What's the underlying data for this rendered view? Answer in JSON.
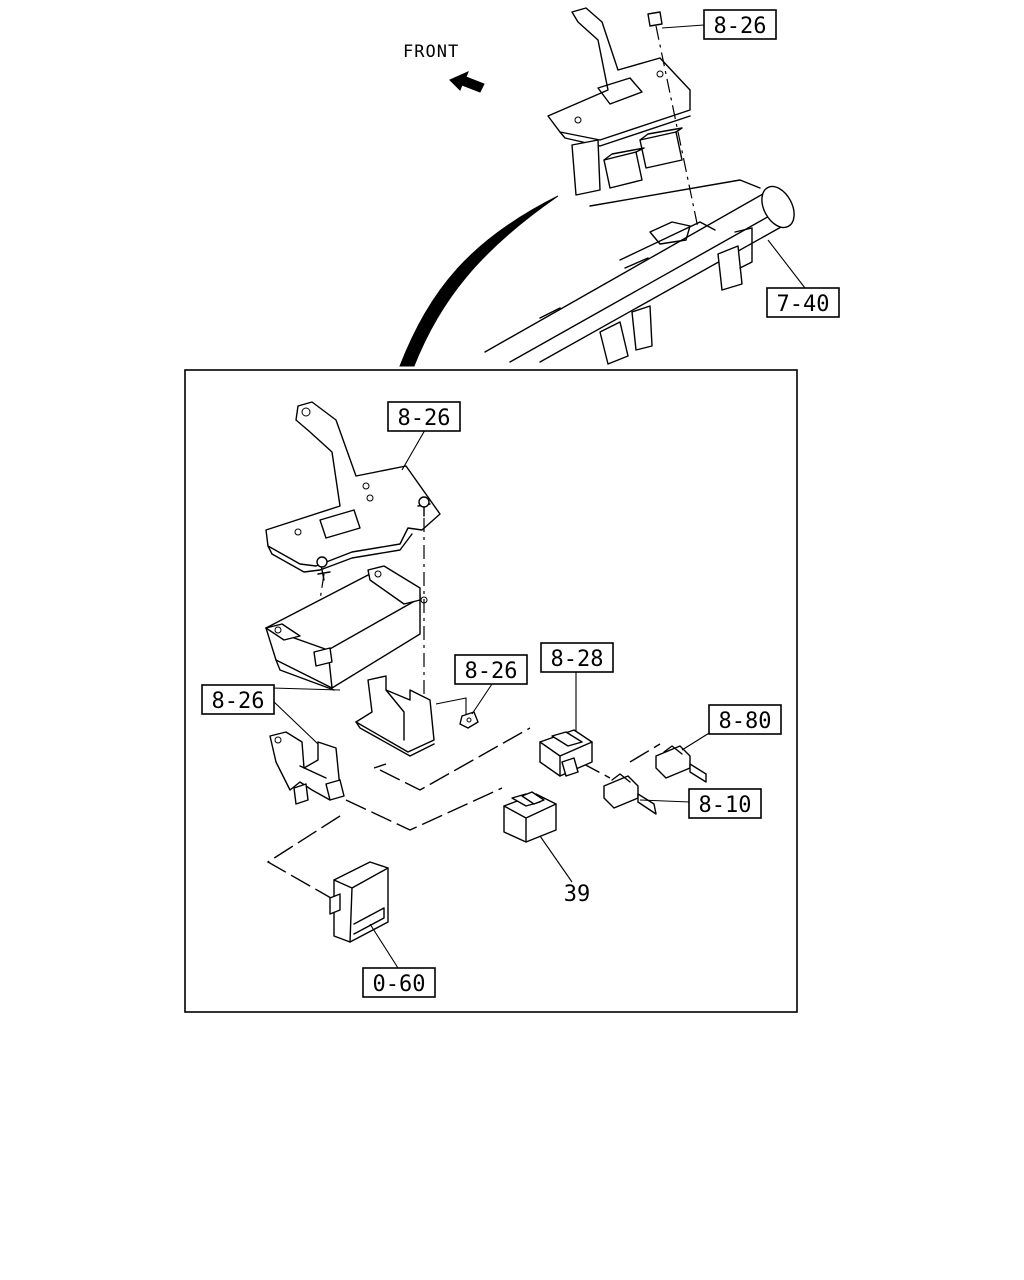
{
  "orientation": {
    "label": "FRONT"
  },
  "callouts": {
    "bracket_top": "8-26",
    "crossmember": "7-40",
    "bracket_detail": "8-26",
    "nut": "8-26",
    "relay_bracket": "8-26",
    "connector_a": "8-28",
    "connector_b": "8-80",
    "connector_c": "8-10",
    "relay": "39",
    "control_unit": "0-60"
  },
  "colors": {
    "ink": "#000000",
    "paper": "#ffffff"
  }
}
